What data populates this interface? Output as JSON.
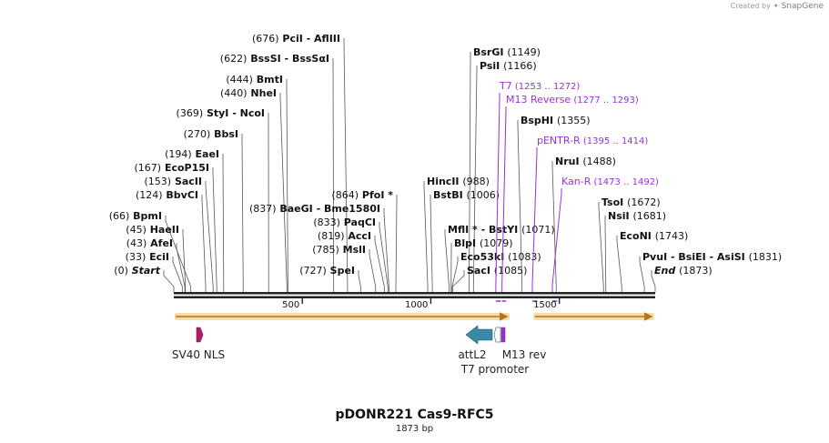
{
  "credit": {
    "prefix": "Created by",
    "brand": "SnapGene"
  },
  "map": {
    "title": "pDONR221 Cas9-RFC5",
    "length_label": "1873 bp",
    "total_bp": 1873,
    "ticks": [
      "500",
      "1000",
      "1500"
    ],
    "tick_positions": [
      500,
      1000,
      1500
    ]
  },
  "sites": [
    {
      "label": "(676)  PciI  -  AflIII",
      "pos": 676
    },
    {
      "label": "(622)  BssSI  -  BssSαI",
      "pos": 622
    },
    {
      "label": "(444)  BmtI",
      "pos": 444
    },
    {
      "label": "(440)  NheI",
      "pos": 440
    },
    {
      "label": "(369)  StyI  -  NcoI",
      "pos": 369
    },
    {
      "label": "(270)  BbsI",
      "pos": 270
    },
    {
      "label": "(194)  EaeI",
      "pos": 194
    },
    {
      "label": "(167)  EcoP15I",
      "pos": 167
    },
    {
      "label": "(153)  SacII",
      "pos": 153
    },
    {
      "label": "(124)  BbvCI",
      "pos": 124
    },
    {
      "label": "(66)  BpmI",
      "pos": 66
    },
    {
      "label": "(45)  HaeII",
      "pos": 45
    },
    {
      "label": "(43)  AfeI",
      "pos": 43
    },
    {
      "label": "(33)  EciI",
      "pos": 33
    },
    {
      "label": "(0)  Start",
      "pos": 0
    },
    {
      "label": "(837)  BaeGI  -  Bme1580I",
      "pos": 837
    },
    {
      "label": "(864)  PfoI *",
      "pos": 864
    },
    {
      "label": "(833)  PaqCI",
      "pos": 833
    },
    {
      "label": "(819)  AccI",
      "pos": 819
    },
    {
      "label": "(785)  MslI",
      "pos": 785
    },
    {
      "label": "(727)  SpeI",
      "pos": 727
    },
    {
      "label": "BsrGI  (1149)",
      "pos": 1149
    },
    {
      "label": "PsiI  (1166)",
      "pos": 1166
    },
    {
      "label": "BspHI  (1355)",
      "pos": 1355
    },
    {
      "label": "NruI  (1488)",
      "pos": 1488
    },
    {
      "label": "HincII  (988)",
      "pos": 988
    },
    {
      "label": "BstBI  (1006)",
      "pos": 1006
    },
    {
      "label": "TsoI  (1672)",
      "pos": 1672
    },
    {
      "label": "NsiI  (1681)",
      "pos": 1681
    },
    {
      "label": "MflI *  -  BstYI  (1071)",
      "pos": 1071
    },
    {
      "label": "BlpI  (1079)",
      "pos": 1079
    },
    {
      "label": "EcoNI  (1743)",
      "pos": 1743
    },
    {
      "label": "Eco53kI  (1083)",
      "pos": 1083
    },
    {
      "label": "SacI  (1085)",
      "pos": 1085
    },
    {
      "label": "PvuI  -  BsiEI  -  AsiSI  (1831)",
      "pos": 1831
    },
    {
      "label": "End  (1873)",
      "pos": 1873
    }
  ],
  "primers": [
    {
      "label": "T7  (1253 .. 1272)",
      "start": 1253,
      "end": 1272
    },
    {
      "label": "M13 Reverse  (1277 .. 1293)",
      "start": 1277,
      "end": 1293
    },
    {
      "label": "pENTR-R  (1395 .. 1414)",
      "start": 1395,
      "end": 1414
    },
    {
      "label": "Kan-R  (1473 .. 1492)",
      "start": 1473,
      "end": 1492
    }
  ],
  "features": [
    {
      "label": "SV40 NLS",
      "pos": 100
    },
    {
      "label": "attL2",
      "pos": 1180
    },
    {
      "label": "T7 promoter",
      "pos": 1262
    },
    {
      "label": "M13 rev",
      "pos": 1285
    }
  ],
  "colors": {
    "site_line": "#555555",
    "primer": "#9b30d9",
    "orf_arrow": "#d9a046",
    "orf_glow": "#f7dca8",
    "nls": "#b01e63",
    "attl2": "#3a8aa5",
    "m13": "#9b30d9"
  }
}
